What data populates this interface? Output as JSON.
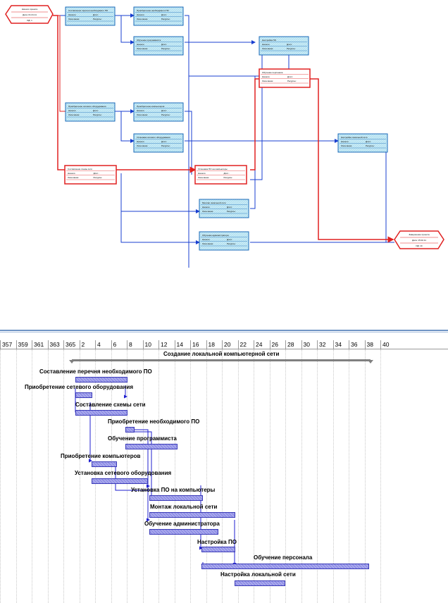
{
  "network": {
    "start_milestone": {
      "title": "Начало проекта",
      "line1": "Дата: 01.01.11",
      "line2": "ИД: 1"
    },
    "end_milestone": {
      "title": "Завершение проекта",
      "line1": "Дата: 15.02.11",
      "line2": "ИД: 14"
    },
    "task_fields": {
      "start": "Начало:",
      "end": "Окончание:",
      "dur": "Длит.:",
      "res": "Ресурсы:"
    },
    "nodes": [
      {
        "id": "n1",
        "title": "Составление перечня необходимого ПО",
        "critical": false
      },
      {
        "id": "n2",
        "title": "Приобретение необходимого ПО",
        "critical": false
      },
      {
        "id": "n3",
        "title": "Обучение программиста",
        "critical": false
      },
      {
        "id": "n4",
        "title": "Настройка ПО",
        "critical": false
      },
      {
        "id": "n5",
        "title": "Обучение персонала",
        "critical": true
      },
      {
        "id": "n6",
        "title": "Приобретение сетевого оборудования",
        "critical": false
      },
      {
        "id": "n7",
        "title": "Приобретение компьютеров",
        "critical": false
      },
      {
        "id": "n8",
        "title": "Установка сетевого оборудования",
        "critical": false
      },
      {
        "id": "n9",
        "title": "Настройка локальной сети",
        "critical": false
      },
      {
        "id": "n10",
        "title": "Составление схемы сети",
        "critical": true
      },
      {
        "id": "n11",
        "title": "Установка ПО на компьютеры",
        "critical": true
      },
      {
        "id": "n12",
        "title": "Монтаж локальной сети",
        "critical": false
      },
      {
        "id": "n13",
        "title": "Обучение администратора",
        "critical": false
      }
    ]
  },
  "gantt": {
    "timescale": [
      "357",
      "359",
      "361",
      "363",
      "365",
      "2",
      "4",
      "6",
      "8",
      "10",
      "12",
      "14",
      "16",
      "18",
      "20",
      "22",
      "24",
      "26",
      "28",
      "30",
      "32",
      "34",
      "36",
      "38",
      "40"
    ],
    "summary": {
      "label": "Создание локальной компьютерной сети"
    },
    "tasks": [
      {
        "label": "Составление перечня необходимого ПО"
      },
      {
        "label": "Приобретение сетевого оборудования"
      },
      {
        "label": "Составление схемы сети"
      },
      {
        "label": "Приобретение необходимого ПО"
      },
      {
        "label": "Обучение программиста"
      },
      {
        "label": "Приобретение компьютеров"
      },
      {
        "label": "Установка сетевого оборудования"
      },
      {
        "label": "Установка ПО на компьютеры"
      },
      {
        "label": "Монтаж локальной сети"
      },
      {
        "label": "Обучение администратора"
      },
      {
        "label": "Настройка ПО"
      },
      {
        "label": "Обучение персонала"
      },
      {
        "label": "Настройка локальной сети"
      }
    ],
    "colors": {
      "bar": "#8f8fe6",
      "bar_border": "#3a3ab8",
      "link": "#1f1fcf",
      "summary": "#808080"
    }
  },
  "colors": {
    "critical": "#e02020",
    "normal": "#1a3fd0",
    "node_fill": "#bfe6f3",
    "node_border": "#1a6ab8"
  }
}
